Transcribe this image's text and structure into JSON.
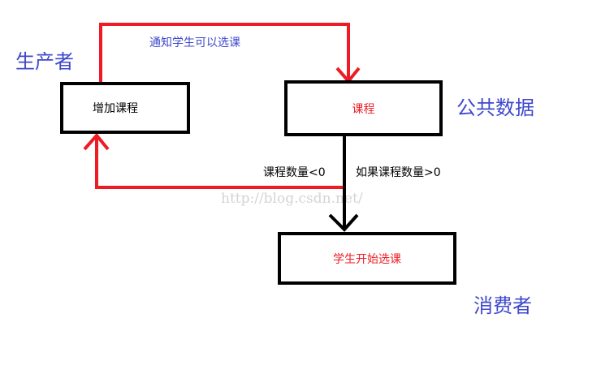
{
  "roles": {
    "producer": "生产者",
    "public_data": "公共数据",
    "consumer": "消费者"
  },
  "nodes": {
    "add_course": "增加课程",
    "course": "课程",
    "start_selection": "学生开始选课"
  },
  "edges": {
    "notify": "通知学生可以选课",
    "count_lt_zero": "课程数量<0",
    "count_gt_zero": "如果课程数量>0"
  },
  "watermark": "http://blog.csdn.net/",
  "colors": {
    "role_text": "#3f48cc",
    "red_arrow": "#ed1c24",
    "black_arrow": "#000000",
    "red_text": "#ed1c24",
    "blue_text": "#3f48cc"
  }
}
